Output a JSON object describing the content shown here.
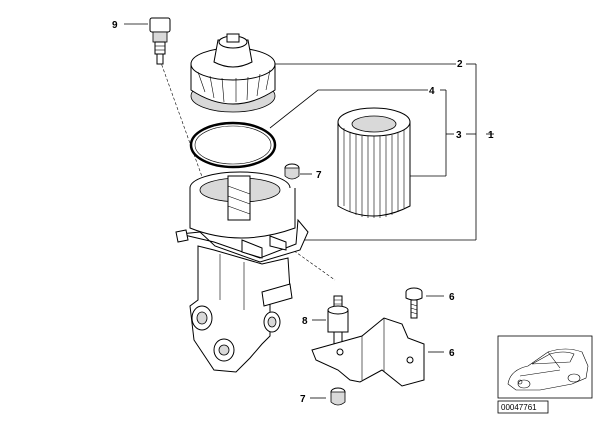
{
  "callouts": [
    {
      "id": "c9",
      "label": "9"
    },
    {
      "id": "c2",
      "label": "2"
    },
    {
      "id": "c4",
      "label": "4"
    },
    {
      "id": "c3",
      "label": "3"
    },
    {
      "id": "c1",
      "label": "1"
    },
    {
      "id": "c7a",
      "label": "7"
    },
    {
      "id": "c8",
      "label": "8"
    },
    {
      "id": "c6a",
      "label": "6"
    },
    {
      "id": "c6b",
      "label": "6"
    },
    {
      "id": "c7b",
      "label": "7"
    }
  ],
  "diagram_id": "00047761"
}
